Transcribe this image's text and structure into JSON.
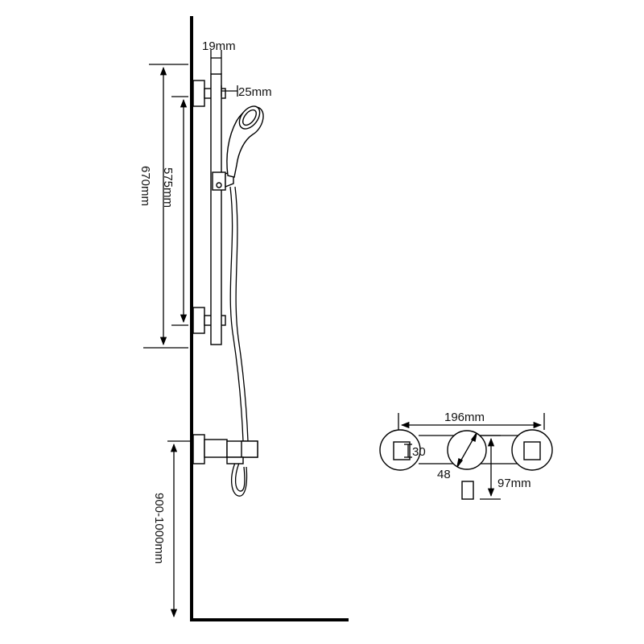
{
  "dimensions": {
    "rail_diameter": "19mm",
    "wall_offset": "25mm",
    "bracket_spacing_outer": "670mm",
    "bracket_spacing_inner": "575mm",
    "valve_height": "900-1000mm",
    "valve_width": "196mm",
    "inlet_size": "30",
    "dial_size": "48",
    "valve_depth": "97mm"
  }
}
